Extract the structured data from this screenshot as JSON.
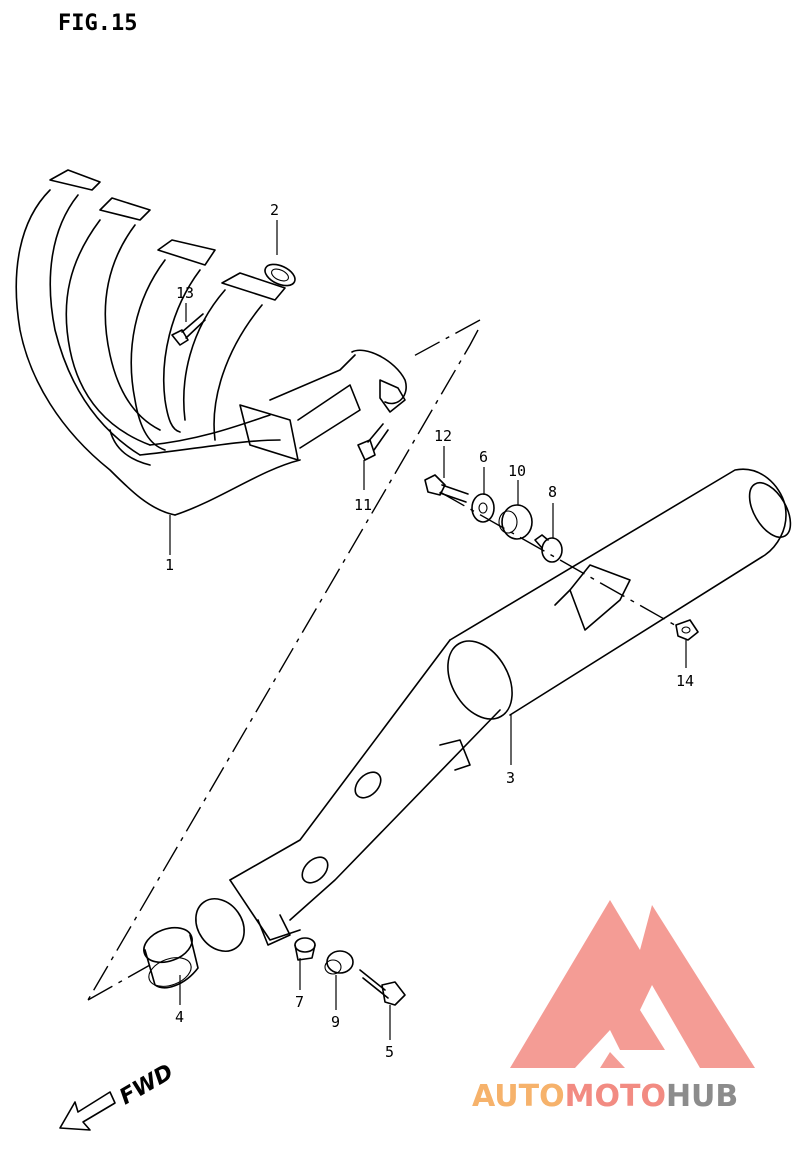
{
  "figure": {
    "title": "FIG.15"
  },
  "direction": {
    "label": "FWD"
  },
  "callouts": [
    "1",
    "2",
    "3",
    "4",
    "5",
    "6",
    "7",
    "8",
    "9",
    "10",
    "11",
    "12",
    "13",
    "14"
  ],
  "watermark": {
    "part1": "AUTO",
    "part2": "MOTO",
    "part3": "HUB",
    "color_orange": "#f6b26b",
    "color_red": "#f28b82",
    "color_gray": "#8c8c8c"
  }
}
